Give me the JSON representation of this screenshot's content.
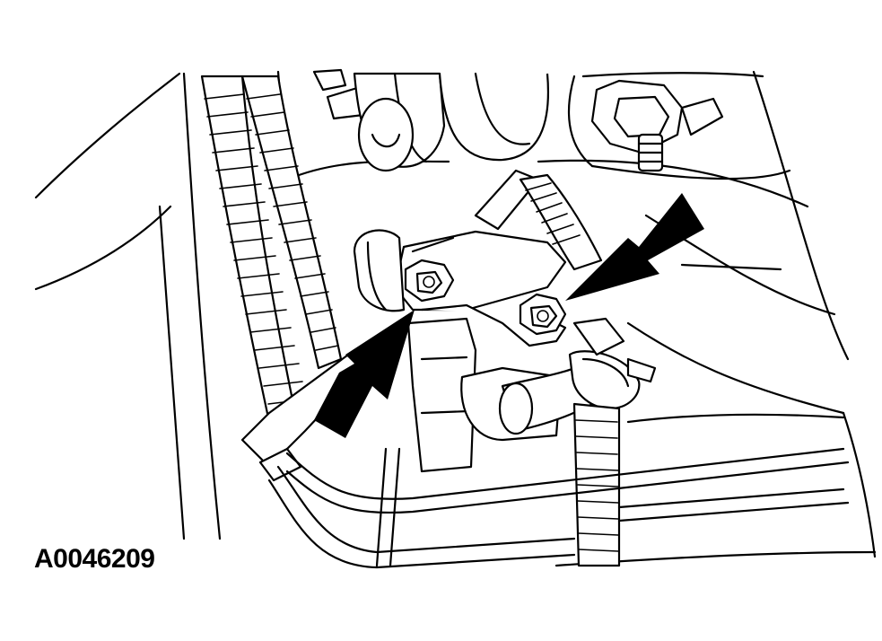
{
  "figure": {
    "code": "A0046209",
    "colors": {
      "ink": "#000000",
      "paper": "#ffffff"
    },
    "callouts": [
      {
        "name": "arrow-upper-right",
        "points_to": "bracket-nut-right"
      },
      {
        "name": "arrow-lower-left",
        "points_to": "bracket-nut-left"
      }
    ]
  }
}
